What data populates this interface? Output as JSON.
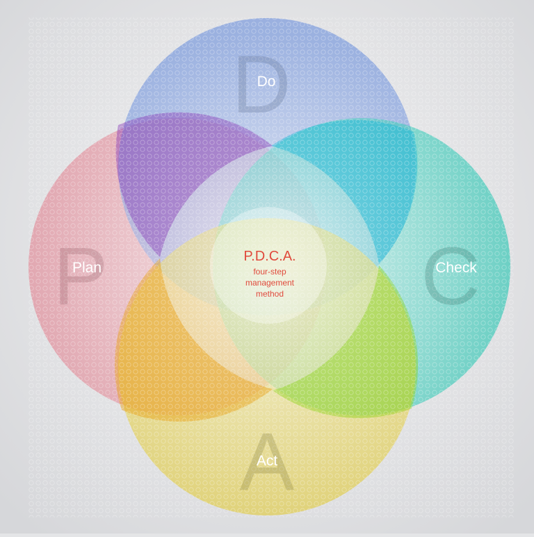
{
  "diagram": {
    "circles": [
      {
        "id": "plan",
        "label": "Plan",
        "letter": "P",
        "color": "#e07b8a"
      },
      {
        "id": "do",
        "label": "Do",
        "letter": "D",
        "color": "#7e9fe0"
      },
      {
        "id": "check",
        "label": "Check",
        "letter": "C",
        "color": "#3fd0bc"
      },
      {
        "id": "act",
        "label": "Act",
        "letter": "A",
        "color": "#e2d44a"
      }
    ],
    "center": {
      "title": "P.D.C.A.",
      "line1": "four-step",
      "line2": "management",
      "line3": "method",
      "color": "#e04a3c"
    },
    "background": "#e4e5e7"
  }
}
